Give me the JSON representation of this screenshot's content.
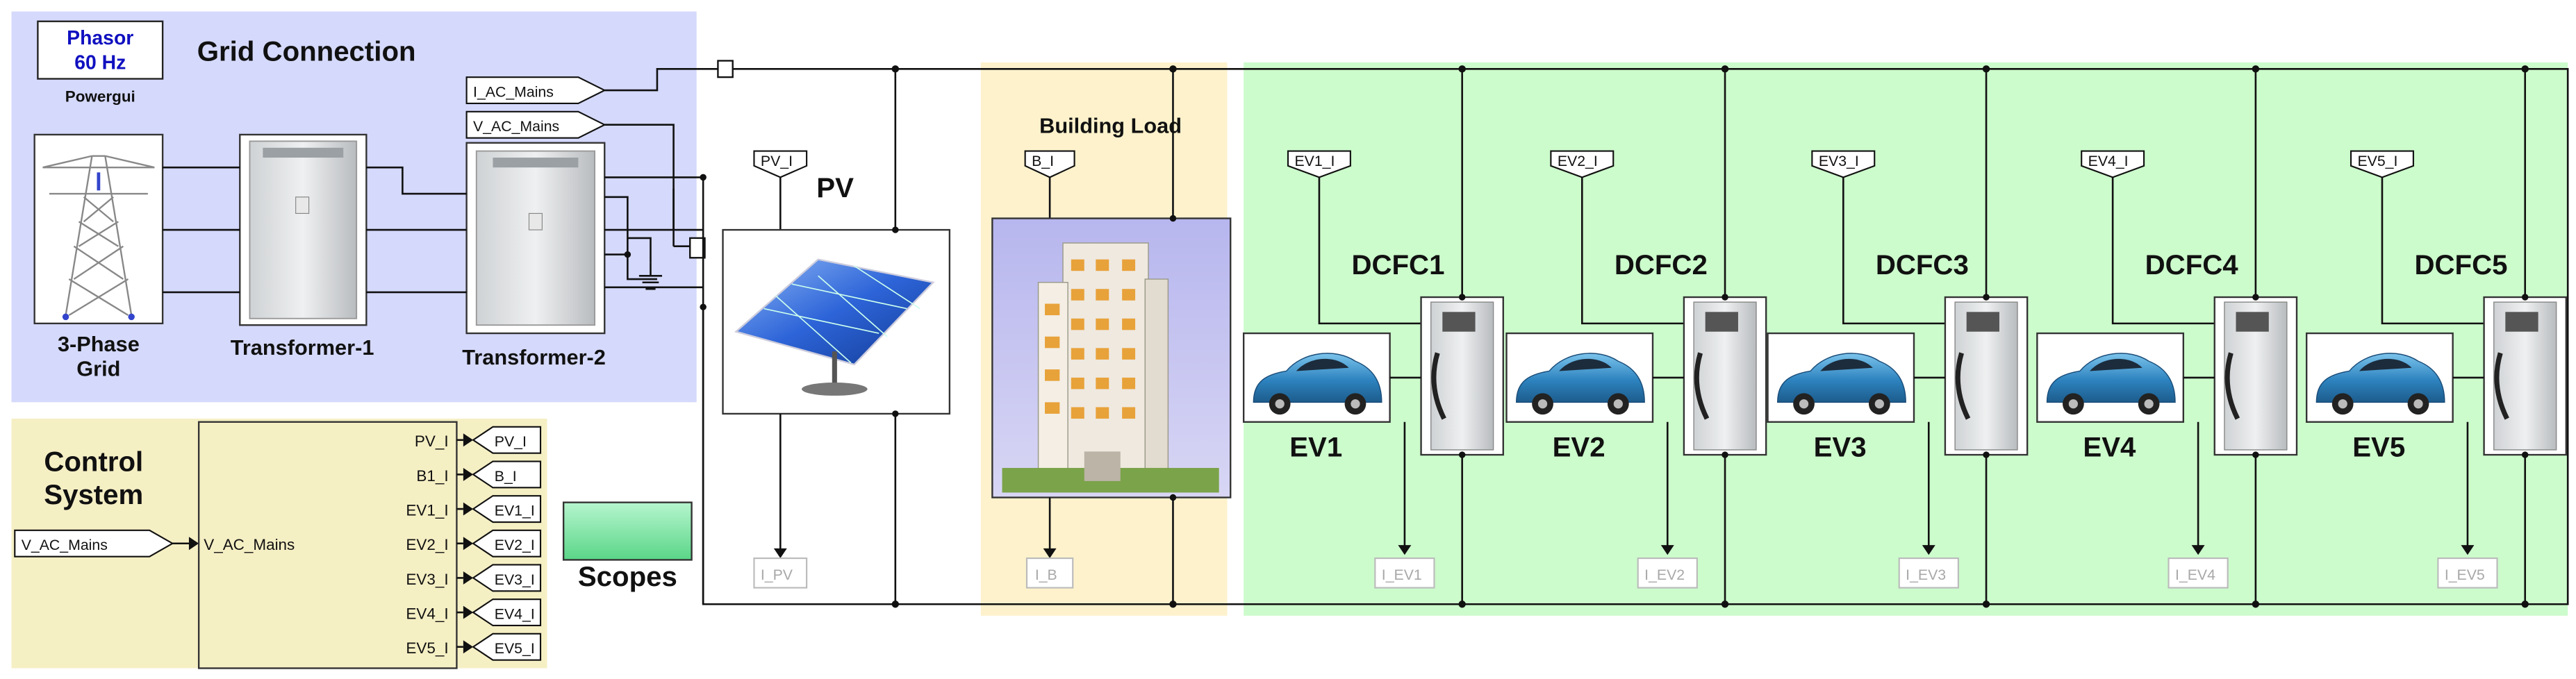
{
  "powergui": {
    "line1": "Phasor",
    "line2": "60 Hz",
    "label": "Powergui"
  },
  "grid_connection": {
    "title": "Grid Connection",
    "grid_label": [
      "3-Phase",
      "Grid"
    ],
    "transformer1": "Transformer-1",
    "transformer2": "Transformer-2",
    "goto_tags": [
      "I_AC_Mains",
      "V_AC_Mains"
    ]
  },
  "pv": {
    "label": "PV",
    "from_tag": "PV_I",
    "goto_tag": "I_PV"
  },
  "building": {
    "label": "Building Load",
    "from_tag": "B_I",
    "goto_tag": "I_B"
  },
  "chargers": [
    {
      "dcfc": "DCFC1",
      "ev": "EV1",
      "from_tag": "EV1_I",
      "goto_tag": "I_EV1"
    },
    {
      "dcfc": "DCFC2",
      "ev": "EV2",
      "from_tag": "EV2_I",
      "goto_tag": "I_EV2"
    },
    {
      "dcfc": "DCFC3",
      "ev": "EV3",
      "from_tag": "EV3_I",
      "goto_tag": "I_EV3"
    },
    {
      "dcfc": "DCFC4",
      "ev": "EV4",
      "from_tag": "EV4_I",
      "goto_tag": "I_EV4"
    },
    {
      "dcfc": "DCFC5",
      "ev": "EV5",
      "from_tag": "EV5_I",
      "goto_tag": "I_EV5"
    }
  ],
  "control_system": {
    "title": [
      "Control",
      "System"
    ],
    "input_tag": "V_AC_Mains",
    "input_port": "V_AC_Mains",
    "output_ports": [
      "PV_I",
      "B1_I",
      "EV1_I",
      "EV2_I",
      "EV3_I",
      "EV4_I",
      "EV5_I"
    ],
    "output_tags": [
      "PV_I",
      "B_I",
      "EV1_I",
      "EV2_I",
      "EV3_I",
      "EV4_I",
      "EV5_I"
    ]
  },
  "scopes": {
    "label": "Scopes"
  },
  "colors": {
    "grid_bg": "#d5d9fb",
    "control_bg": "#f5efc4",
    "building_bg": "#fdf2cc",
    "ev_bg": "#ccfbcc",
    "scope_fill": "#7ee8a4",
    "powergui_text": "#1010c0"
  }
}
